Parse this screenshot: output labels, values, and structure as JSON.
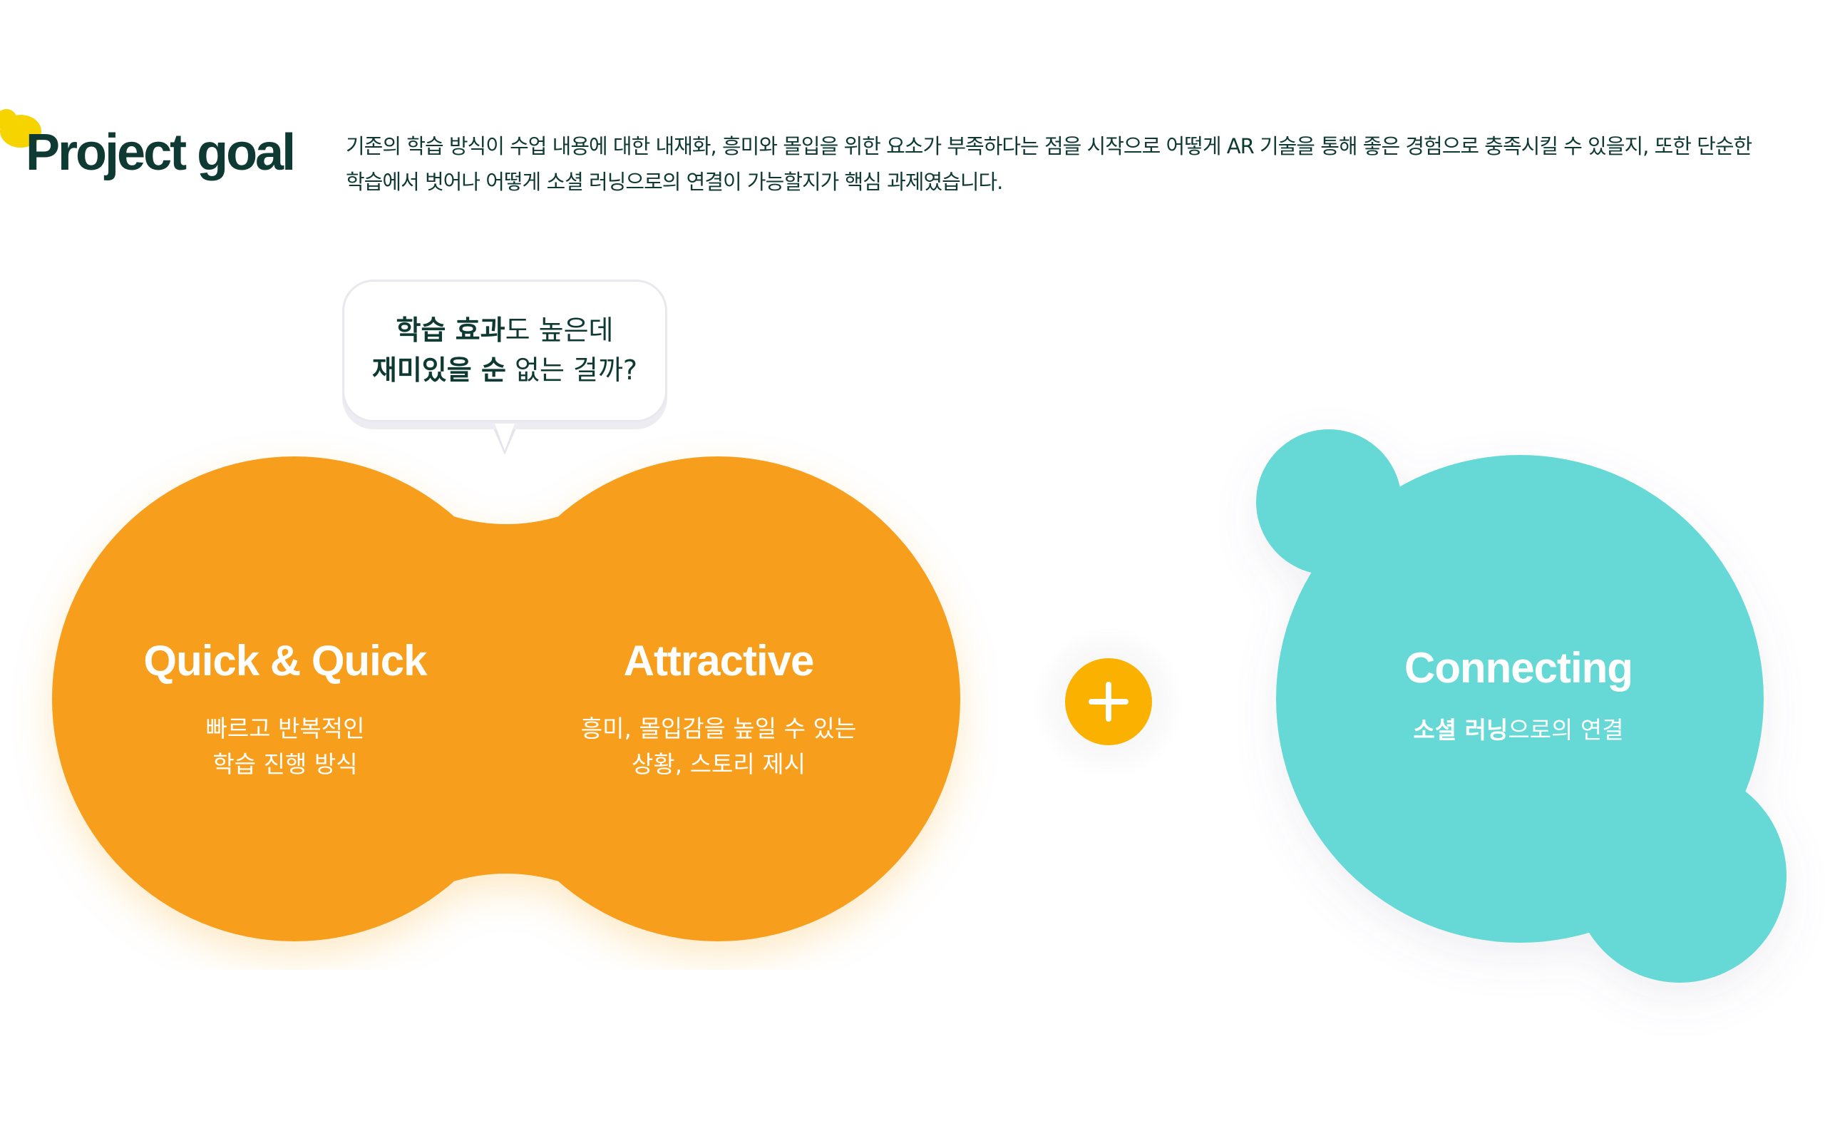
{
  "header": {
    "title": "Project goal",
    "description_line1": "기존의 학습 방식이 수업 내용에 대한 내재화, 흥미와 몰입을 위한 요소가 부족하다는 점을 시작으로 어떻게 AR 기술을 통해 좋은 경험으로 충족시킬 수 있을지, 또한 단순한",
    "description_line2": "학습에서 벗어나 어떻게 소셜 러닝으로의 연결이 가능할지가 핵심 과제였습니다."
  },
  "bubble": {
    "line1_bold": "학습 효과",
    "line1_rest": "도 높은데",
    "line2_bold": "재미있을 순",
    "line2_rest": " 없는 걸까?"
  },
  "goals": {
    "quick": {
      "title": "Quick & Quick",
      "sub1": "빠르고 반복적인",
      "sub2": "학습 진행 방식"
    },
    "attractive": {
      "title": "Attractive",
      "sub1": "흥미, 몰입감을 높일 수 있는",
      "sub2": "상황, 스토리 제시"
    },
    "connecting": {
      "title": "Connecting",
      "sub_bold": "소셜 러닝",
      "sub_rest": "으로의 연결"
    }
  },
  "icons": {
    "plus": "plus-icon"
  },
  "colors": {
    "orange": "#f79e1b",
    "teal": "#66d9d6",
    "plus": "#fbb100",
    "title": "#0f3a33",
    "accent_yellow": "#f5d400"
  }
}
